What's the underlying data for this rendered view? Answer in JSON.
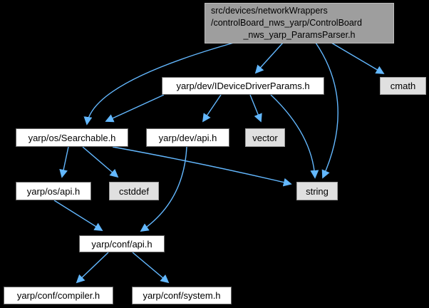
{
  "graph": {
    "type": "include-dependency-graph",
    "colors": {
      "background": "#000000",
      "edge": "#63b8ff",
      "main_node_fill": "#9e9e9e",
      "linked_node_fill": "#ffffff",
      "system_node_fill": "#e0e0e0",
      "text": "#000000"
    },
    "title_lines": {
      "l1": "src/devices/networkWrappers",
      "l2": "/controlBoard_nws_yarp/ControlBoard",
      "l3": "_nws_yarp_ParamsParser.h"
    },
    "nodes": [
      {
        "id": "main",
        "label": "src/devices/networkWrappers/controlBoard_nws_yarp/ControlBoard_nws_yarp_ParamsParser.h",
        "kind": "current-file"
      },
      {
        "id": "idevice",
        "label": "yarp/dev/IDeviceDriverParams.h",
        "kind": "linked-header"
      },
      {
        "id": "cmath",
        "label": "cmath",
        "kind": "system-header"
      },
      {
        "id": "search",
        "label": "yarp/os/Searchable.h",
        "kind": "linked-header"
      },
      {
        "id": "devapi",
        "label": "yarp/dev/api.h",
        "kind": "linked-header"
      },
      {
        "id": "vector",
        "label": "vector",
        "kind": "system-header"
      },
      {
        "id": "osapi",
        "label": "yarp/os/api.h",
        "kind": "linked-header"
      },
      {
        "id": "cstddef",
        "label": "cstddef",
        "kind": "system-header"
      },
      {
        "id": "string",
        "label": "string",
        "kind": "system-header"
      },
      {
        "id": "confapi",
        "label": "yarp/conf/api.h",
        "kind": "linked-header"
      },
      {
        "id": "compiler",
        "label": "yarp/conf/compiler.h",
        "kind": "linked-header"
      },
      {
        "id": "system",
        "label": "yarp/conf/system.h",
        "kind": "linked-header"
      }
    ],
    "edges": [
      {
        "from": "main",
        "to": "idevice"
      },
      {
        "from": "main",
        "to": "search"
      },
      {
        "from": "main",
        "to": "string"
      },
      {
        "from": "main",
        "to": "cmath"
      },
      {
        "from": "idevice",
        "to": "search"
      },
      {
        "from": "idevice",
        "to": "devapi"
      },
      {
        "from": "idevice",
        "to": "vector"
      },
      {
        "from": "idevice",
        "to": "string"
      },
      {
        "from": "search",
        "to": "osapi"
      },
      {
        "from": "search",
        "to": "cstddef"
      },
      {
        "from": "search",
        "to": "string"
      },
      {
        "from": "devapi",
        "to": "confapi"
      },
      {
        "from": "osapi",
        "to": "confapi"
      },
      {
        "from": "confapi",
        "to": "compiler"
      },
      {
        "from": "confapi",
        "to": "system"
      }
    ]
  }
}
